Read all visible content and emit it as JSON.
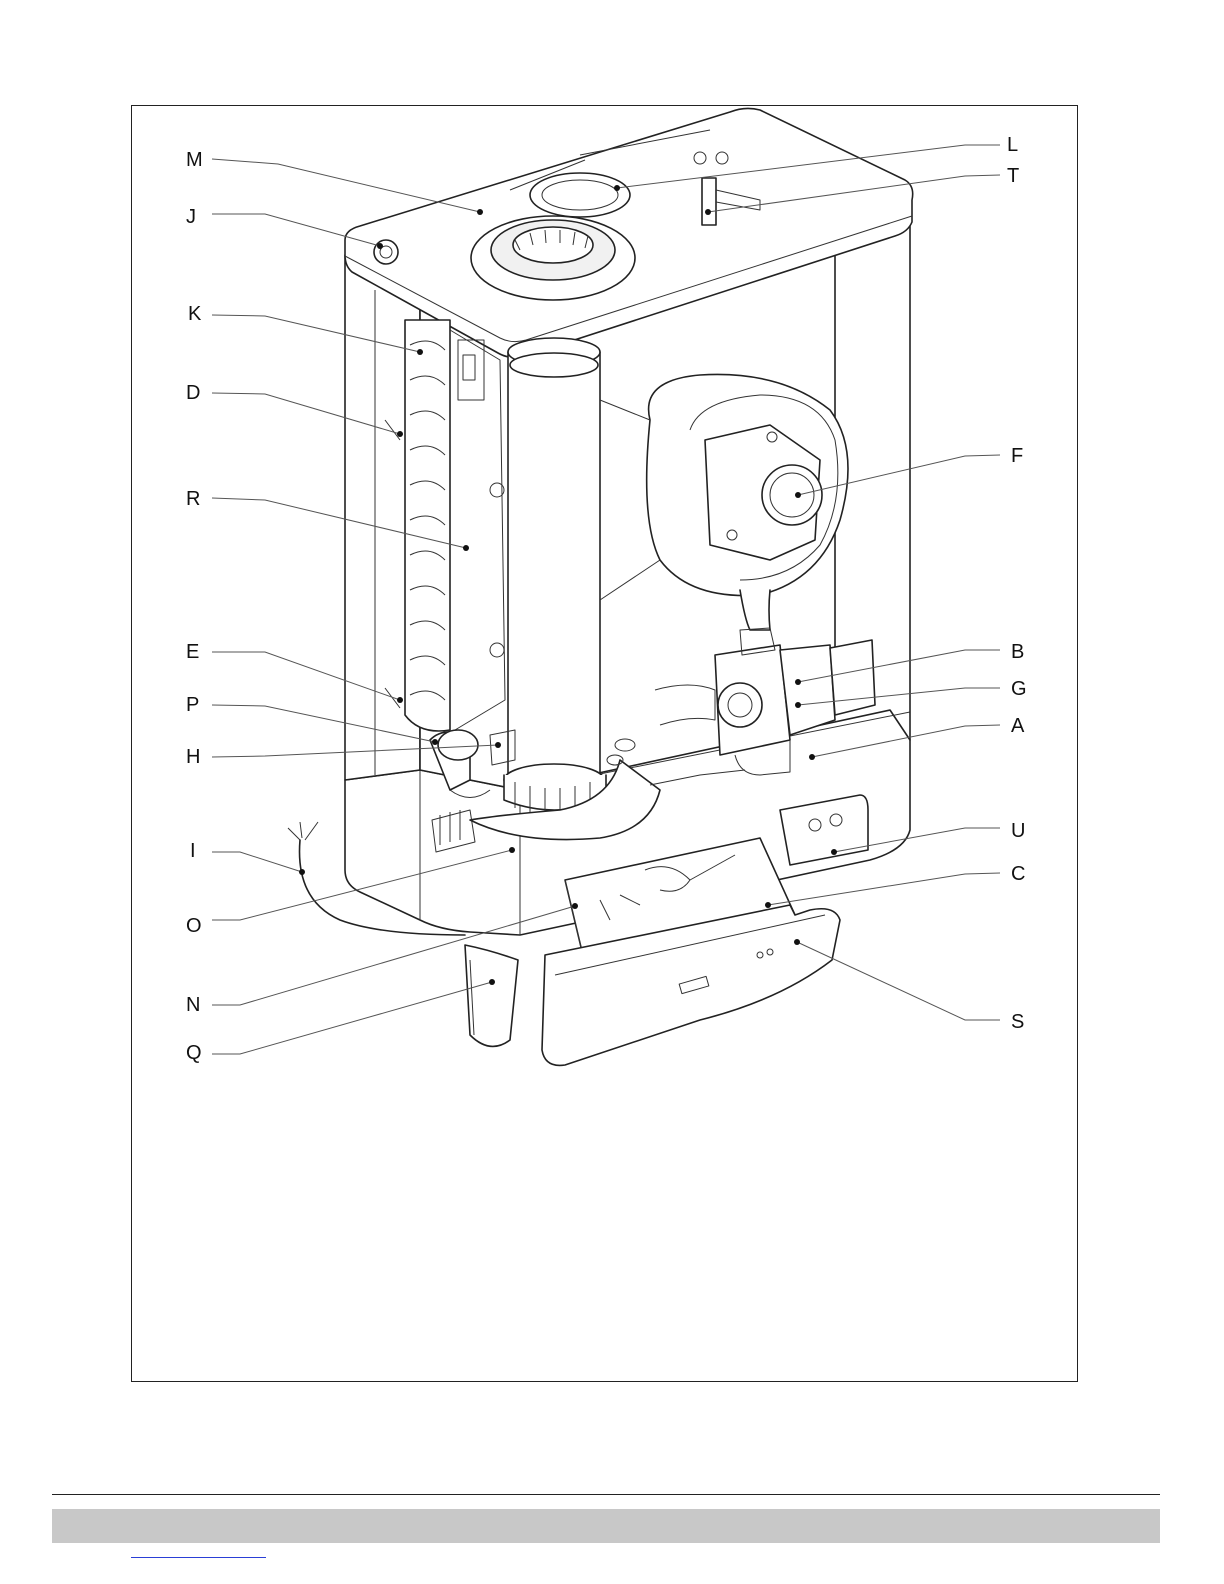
{
  "diagram": {
    "callouts": [
      {
        "id": "M",
        "label": "M"
      },
      {
        "id": "J",
        "label": "J"
      },
      {
        "id": "K",
        "label": "K"
      },
      {
        "id": "D",
        "label": "D"
      },
      {
        "id": "R",
        "label": "R"
      },
      {
        "id": "E",
        "label": "E"
      },
      {
        "id": "P",
        "label": "P"
      },
      {
        "id": "H",
        "label": "H"
      },
      {
        "id": "I",
        "label": "I"
      },
      {
        "id": "O",
        "label": "O"
      },
      {
        "id": "N",
        "label": "N"
      },
      {
        "id": "Q",
        "label": "Q"
      },
      {
        "id": "L",
        "label": "L"
      },
      {
        "id": "T",
        "label": "T"
      },
      {
        "id": "F",
        "label": "F"
      },
      {
        "id": "B",
        "label": "B"
      },
      {
        "id": "G",
        "label": "G"
      },
      {
        "id": "A",
        "label": "A"
      },
      {
        "id": "U",
        "label": "U"
      },
      {
        "id": "C",
        "label": "C"
      },
      {
        "id": "S",
        "label": "S"
      }
    ]
  },
  "colors": {
    "ink": "#222222",
    "footer_bar": "#c8c8c8",
    "link": "#2a3fd6"
  }
}
